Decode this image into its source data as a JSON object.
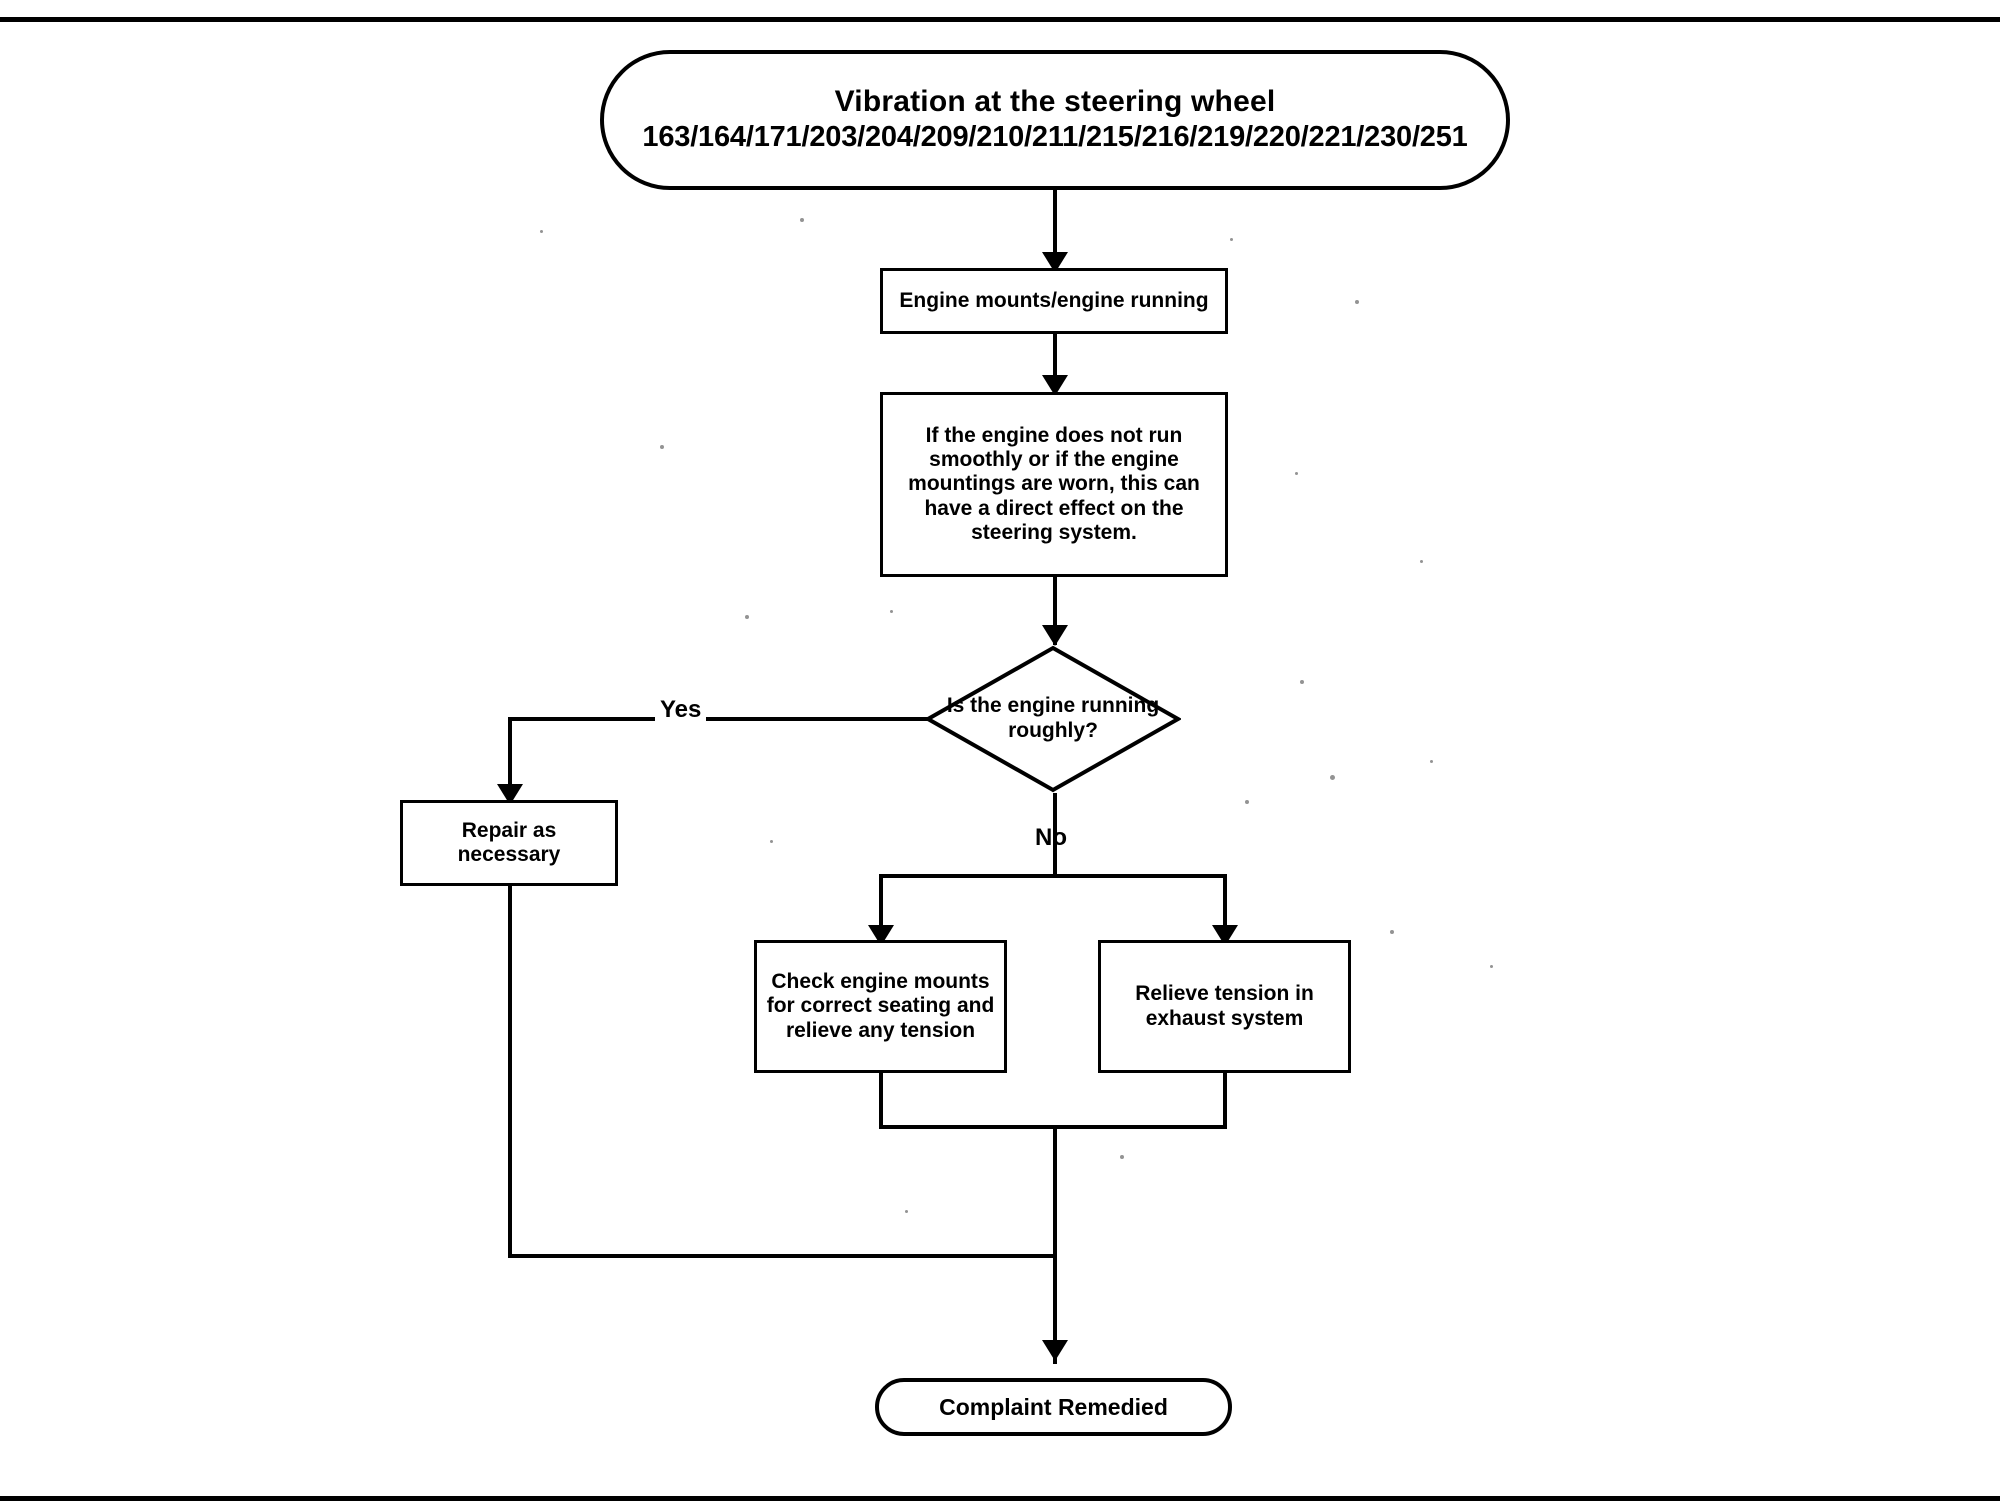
{
  "document": {
    "type": "flowchart",
    "title": "Vibration at the steering wheel diagnostic flowchart"
  },
  "nodes": {
    "start": {
      "shape": "terminator",
      "title": "Vibration at the steering wheel",
      "codes": "163/164/171/203/204/209/210/211/215/216/219/220/221/230/251"
    },
    "engine_mounts": {
      "shape": "process",
      "label": "Engine mounts/engine running"
    },
    "note": {
      "shape": "note",
      "label": "If the engine does not run smoothly or if the engine mountings are worn, this can have a direct effect on the steering system."
    },
    "decision": {
      "shape": "decision",
      "label": "Is the engine running roughly?"
    },
    "repair": {
      "shape": "process",
      "label": "Repair as necessary"
    },
    "check_mounts": {
      "shape": "process",
      "label": "Check engine mounts for correct seating and relieve any tension"
    },
    "relieve_exhaust": {
      "shape": "process",
      "label": "Relieve tension in exhaust system"
    },
    "end": {
      "shape": "terminator",
      "label": "Complaint Remedied"
    }
  },
  "edges": {
    "yes_label": "Yes",
    "no_label": "No"
  },
  "colors": {
    "stroke": "#000000",
    "background": "#ffffff",
    "text": "#000000"
  }
}
